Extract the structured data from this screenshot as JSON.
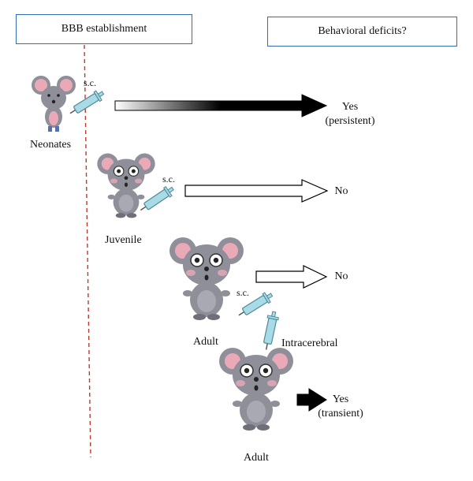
{
  "headers": {
    "left": "BBB establishment",
    "right": "Behavioral deficits?"
  },
  "rows": [
    {
      "subject": "Neonates",
      "route": "s.c.",
      "outcome": "Yes",
      "detail": "(persistent)"
    },
    {
      "subject": "Juvenile",
      "route": "s.c.",
      "outcome": "No",
      "detail": ""
    },
    {
      "subject": "Adult",
      "route": "s.c.",
      "outcome": "No",
      "detail": ""
    },
    {
      "subject": "Adult",
      "route": "Intracerebral",
      "outcome": "Yes",
      "detail": "(transient)"
    }
  ],
  "colors": {
    "header_border": "#2e6fb0",
    "boundary_line": "#c0392b",
    "mouse_body": "#8f8f99",
    "mouse_ear_inner": "#e9a9b6",
    "syringe": "#a8dbe6"
  }
}
